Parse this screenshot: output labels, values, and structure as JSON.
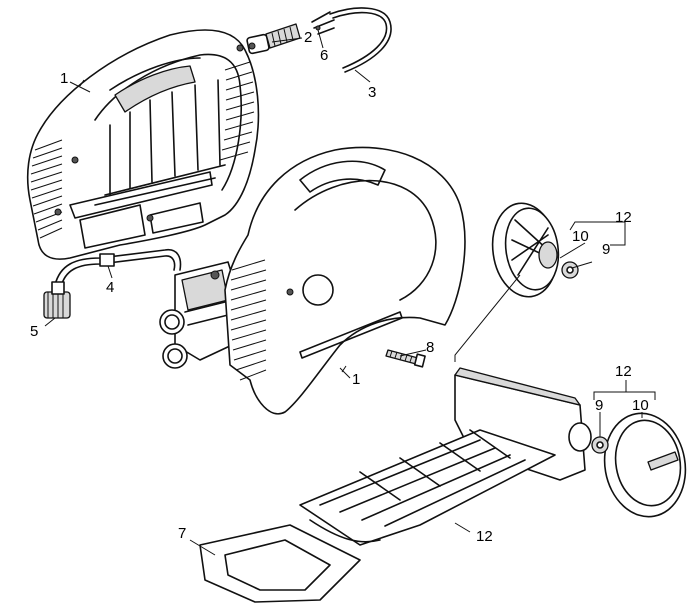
{
  "callouts": {
    "c1_left": "1",
    "c1_right": "1",
    "c2": "2",
    "c3": "3",
    "c4": "4",
    "c5": "5",
    "c6": "6",
    "c7": "7",
    "c8": "8",
    "c9_upper": "9",
    "c9_lower": "9",
    "c10_upper": "10",
    "c10_lower": "10",
    "c12_upper": "12",
    "c12_lower_group": "12",
    "c12_base": "12"
  },
  "parts": [
    {
      "part": "housing-half",
      "icon": "housing-shell-icon"
    },
    {
      "part": "connector",
      "icon": "connector-icon"
    },
    {
      "part": "hose",
      "icon": "hose-icon"
    },
    {
      "part": "tube",
      "icon": "tube-icon"
    },
    {
      "part": "fitting",
      "icon": "fitting-icon"
    },
    {
      "part": "cable-end",
      "icon": "cable-end-icon"
    },
    {
      "part": "base-frame",
      "icon": "base-frame-icon"
    },
    {
      "part": "screw",
      "icon": "screw-icon"
    },
    {
      "part": "washer",
      "icon": "washer-icon"
    },
    {
      "part": "wheel",
      "icon": "wheel-icon"
    },
    {
      "part": "wheel-kit",
      "icon": "wheel-kit-icon"
    }
  ]
}
